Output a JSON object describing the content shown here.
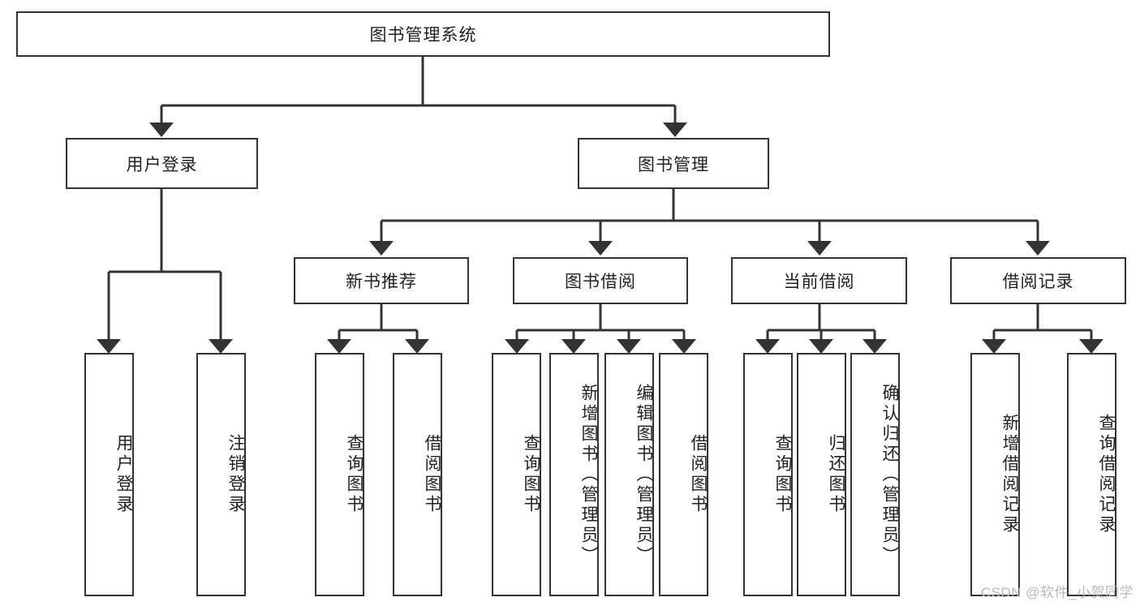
{
  "diagram": {
    "title": "图书管理系统",
    "type": "hierarchy-tree",
    "colors": {
      "box_border": "#333333",
      "box_fill": "#ffffff",
      "connector": "#333333",
      "text": "#222222",
      "watermark": "#b9b9b9",
      "background": "#ffffff"
    },
    "root": {
      "label": "图书管理系统"
    },
    "level2": [
      {
        "label": "用户登录"
      },
      {
        "label": "图书管理"
      }
    ],
    "level3": [
      {
        "label": "新书推荐"
      },
      {
        "label": "图书借阅"
      },
      {
        "label": "当前借阅"
      },
      {
        "label": "借阅记录"
      }
    ],
    "leaves": {
      "user_login": [
        {
          "label": "用户登录"
        },
        {
          "label": "注销登录"
        }
      ],
      "new_book_recommend": [
        {
          "label": "查询图书"
        },
        {
          "label": "借阅图书"
        }
      ],
      "book_borrow": [
        {
          "label": "查询图书"
        },
        {
          "label": "新增图书（管理员）"
        },
        {
          "label": "编辑图书（管理员）"
        },
        {
          "label": "借阅图书"
        }
      ],
      "current_borrow": [
        {
          "label": "查询图书"
        },
        {
          "label": "归还图书"
        },
        {
          "label": "确认归还（管理员）"
        }
      ],
      "borrow_record": [
        {
          "label": "新增借阅记录"
        },
        {
          "label": "查询借阅记录"
        }
      ]
    }
  },
  "watermark": {
    "text": "CSDN @软件_小贺同学"
  }
}
